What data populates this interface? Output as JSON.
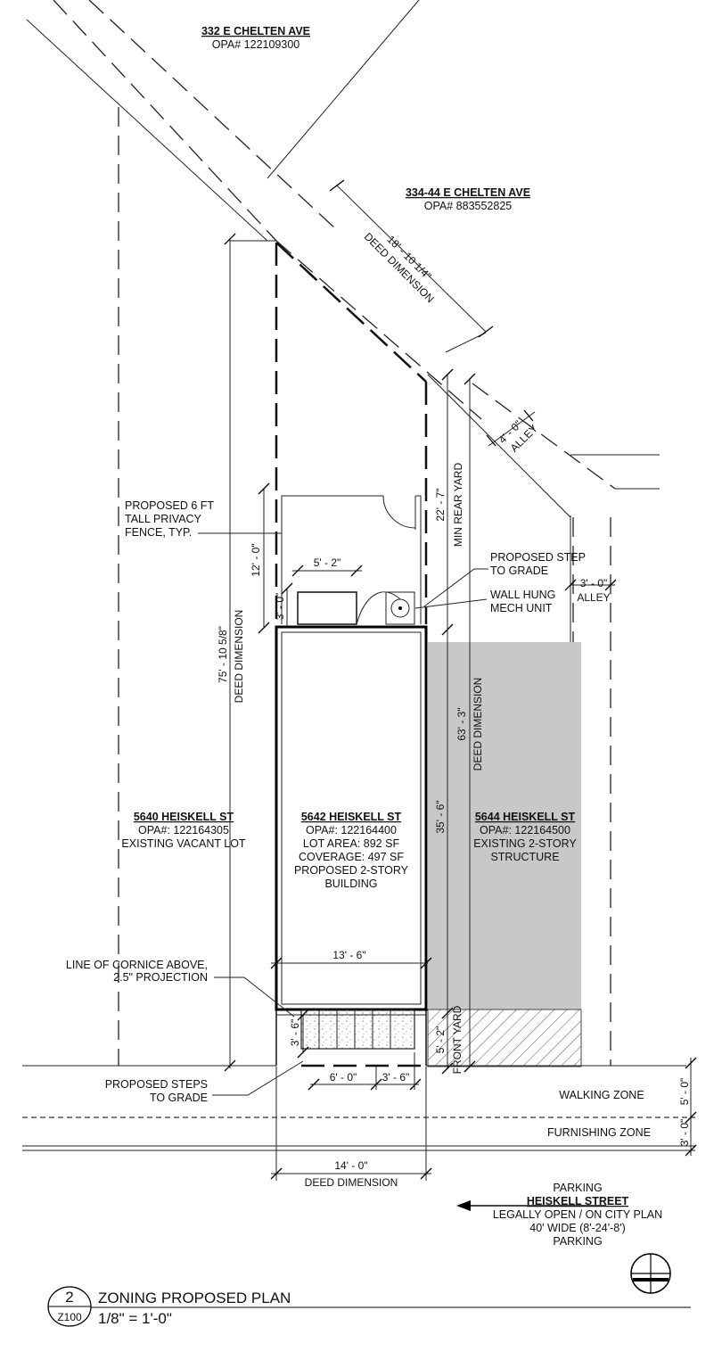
{
  "properties": {
    "north_top": {
      "name": "332 E CHELTEN AVE",
      "opa": "OPA# 122109300"
    },
    "north_right": {
      "name": "334-44 E CHELTEN AVE",
      "opa": "OPA# 883552825"
    },
    "west": {
      "name": "5640 HEISKELL ST",
      "opa": "OPA#: 122164305",
      "desc": "EXISTING VACANT LOT"
    },
    "subject": {
      "name": "5642 HEISKELL ST",
      "opa": "OPA#: 122164400",
      "area": "LOT AREA: 892 SF",
      "coverage": "COVERAGE: 497 SF",
      "desc1": "PROPOSED 2-STORY",
      "desc2": "BUILDING"
    },
    "east": {
      "name": "5644 HEISKELL ST",
      "opa": "OPA#: 122164500",
      "desc1": "EXISTING 2-STORY",
      "desc2": "STRUCTURE"
    }
  },
  "dimensions": {
    "rear_deed": "18' - 10 1/4\"",
    "rear_deed_label": "DEED DIMENSION",
    "alley_width": "4' - 0\"",
    "alley_label": "ALLEY",
    "alley_width_2": "3' - 0\"",
    "alley_label_2": "ALLEY",
    "min_rear_yard": "22' - 7\"",
    "min_rear_yard_label": "MIN REAR YARD",
    "fence_depth": "12' - 0\"",
    "mech_width": "5' - 2\"",
    "mech_depth": "3' - 0\"",
    "side_deed": "75' - 10 5/8\"",
    "side_deed_label": "DEED DIMENSION",
    "east_deed": "63' - 3\"",
    "east_deed_label": "DEED DIMENSION",
    "building_depth": "35' - 6\"",
    "building_width": "13' - 6\"",
    "front_yard": "5' - 2\"",
    "front_yard_label": "FRONT YARD",
    "steps_depth": "3' - 6\"",
    "steps_width": "6' - 0\"",
    "steps_offset": "3' - 6\"",
    "lot_width": "14' - 0\"",
    "lot_width_label": "DEED DIMENSION",
    "walking_zone_dim": "5' - 0\"",
    "furnishing_zone_dim": "3' - 0\""
  },
  "annotations": {
    "fence": [
      "PROPOSED 6 FT",
      "TALL PRIVACY",
      "FENCE, TYP."
    ],
    "step": [
      "PROPOSED STEP",
      "TO GRADE"
    ],
    "mech": [
      "WALL HUNG",
      "MECH UNIT"
    ],
    "cornice": [
      "LINE OF CORNICE ABOVE,",
      "2.5\" PROJECTION"
    ],
    "steps": [
      "PROPOSED STEPS",
      "TO GRADE"
    ]
  },
  "street": {
    "walking_zone": "WALKING ZONE",
    "furnishing_zone": "FURNISHING ZONE",
    "parking_top": "PARKING",
    "name": "HEISKELL STREET",
    "status": "LEGALLY OPEN / ON CITY PLAN",
    "width": "40' WIDE (8'-24'-8')",
    "parking_bottom": "PARKING"
  },
  "title_block": {
    "number": "2",
    "sheet": "Z100",
    "title": "ZONING PROPOSED PLAN",
    "scale": "1/8\" = 1'-0\""
  }
}
